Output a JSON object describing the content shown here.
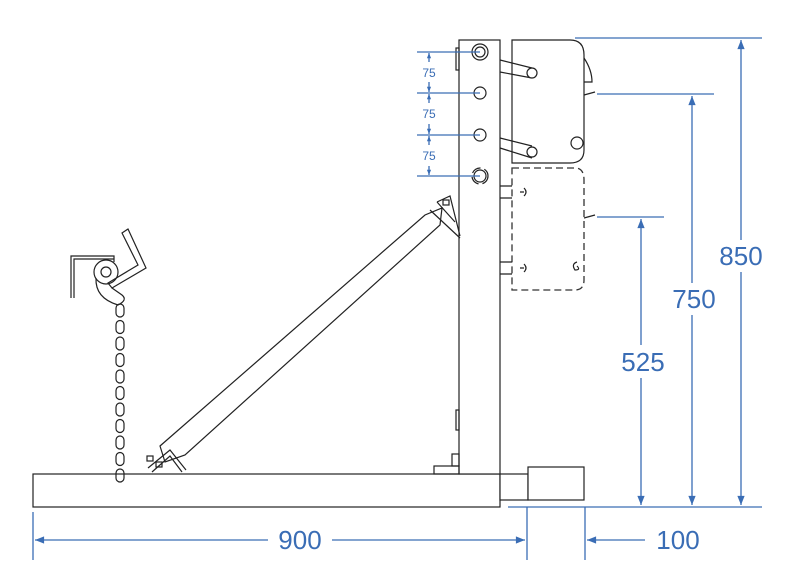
{
  "dimensions": {
    "pitch_1": "75",
    "pitch_2": "75",
    "pitch_3": "75",
    "height_low": "525",
    "height_mid": "750",
    "height_top": "850",
    "base_length": "900",
    "fork_offset": "100"
  },
  "colors": {
    "dimension": "#3a6db5",
    "line": "#222222"
  }
}
